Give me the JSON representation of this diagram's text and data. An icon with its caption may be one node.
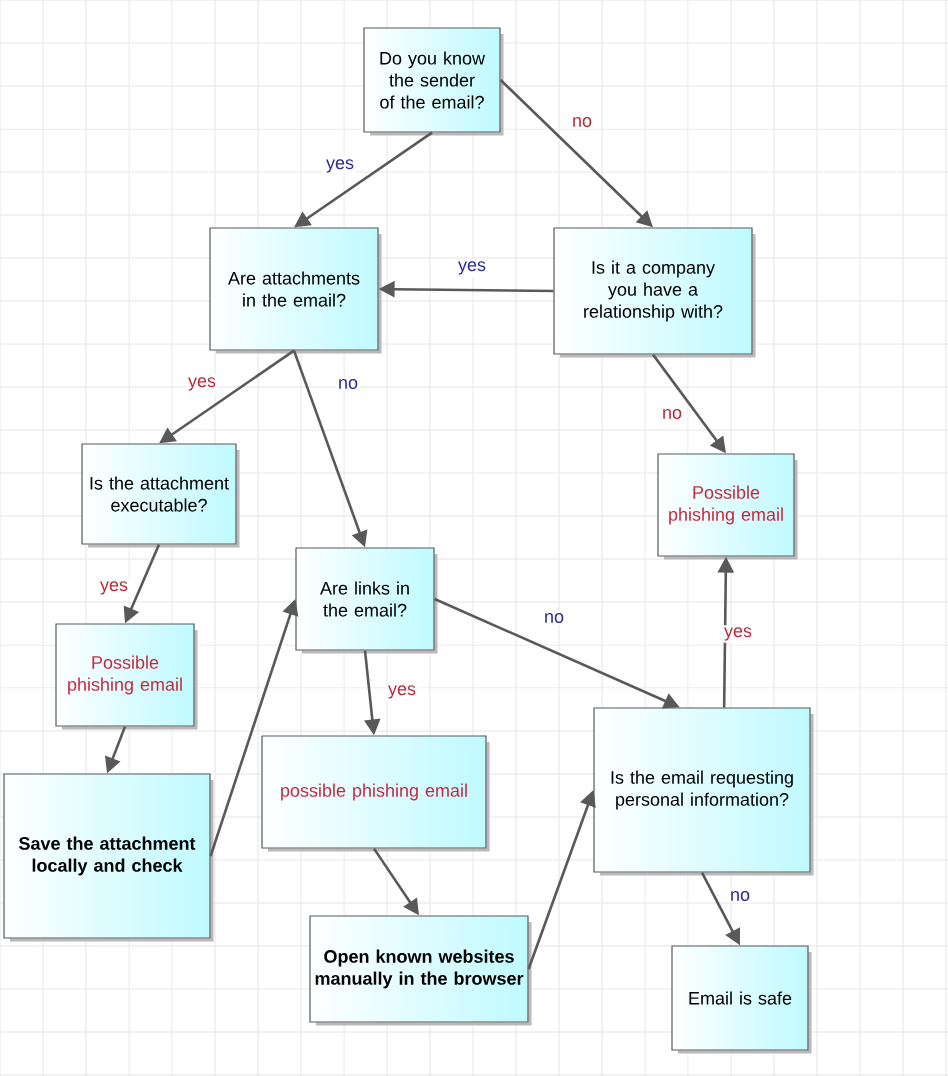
{
  "diagram": {
    "nodes": [
      {
        "text": [
          "Do you know the sender of the email?"
        ]
      },
      {
        "text": [
          "Are attachments in the email?"
        ]
      },
      {
        "text": [
          "Is it a company you have a relationship with?"
        ]
      },
      {
        "text": [
          "Is the attachment executable?"
        ]
      },
      {
        "text": [
          "Possible phishing email"
        ]
      },
      {
        "text": [
          "Are links in the email?"
        ]
      },
      {
        "text": [
          "Possible phishing email"
        ]
      },
      {
        "text": [
          "Save the attachment locally and check"
        ]
      },
      {
        "text": [
          "possible phishing email"
        ]
      },
      {
        "text": [
          "Is the email requesting personal information?"
        ]
      },
      {
        "text": [
          "Open known websites manually in the browser"
        ]
      },
      {
        "text": [
          "Email is safe"
        ]
      }
    ],
    "edges": [
      {
        "from": 0,
        "to": 1,
        "arrow": "to",
        "label": "yes"
      },
      {
        "from": 0,
        "to": 2,
        "arrow": "to",
        "label": "no"
      },
      {
        "from": 2,
        "to": 1,
        "arrow": "to",
        "label": "yes"
      },
      {
        "from": 1,
        "to": 3,
        "arrow": "to",
        "label": "yes"
      },
      {
        "from": 1,
        "to": 5,
        "arrow": "to",
        "label": "no"
      },
      {
        "from": 2,
        "to": 4,
        "arrow": "to",
        "label": "no"
      },
      {
        "from": 3,
        "to": 6,
        "arrow": "to",
        "label": "yes"
      },
      {
        "from": 6,
        "to": 7,
        "arrow": "to"
      },
      {
        "from": 7,
        "to": 5,
        "arrow": "to"
      },
      {
        "from": 5,
        "to": 8,
        "arrow": "to",
        "label": "yes"
      },
      {
        "from": 5,
        "to": 9,
        "arrow": "to",
        "label": "no"
      },
      {
        "from": 9,
        "to": 4,
        "arrow": "to",
        "label": "yes"
      },
      {
        "from": 8,
        "to": 10,
        "arrow": "to"
      },
      {
        "from": 10,
        "to": 9,
        "arrow": "to"
      },
      {
        "from": 9,
        "to": 11,
        "arrow": "to",
        "label": "no"
      }
    ]
  }
}
